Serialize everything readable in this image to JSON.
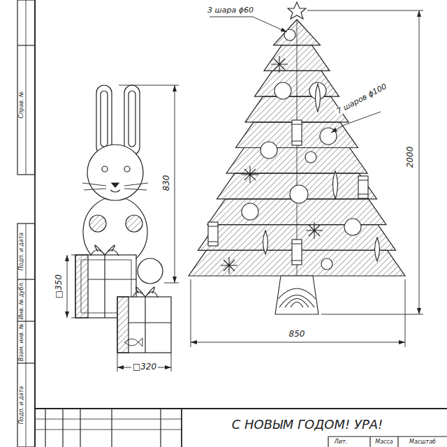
{
  "diagram": {
    "labels": [
      "3 шара ϕ60",
      "7 шаров ϕ100",
      "2000",
      "850",
      "830",
      "□350",
      "□320",
      "С НОВЫМ ГОДОМ! УРА!",
      "Справ. №",
      "Подп. и дата",
      "Инв. № дубл.",
      "Взам. инв. №",
      "Подп. и дата",
      "Лит.",
      "Масса",
      "Масштаб"
    ]
  }
}
